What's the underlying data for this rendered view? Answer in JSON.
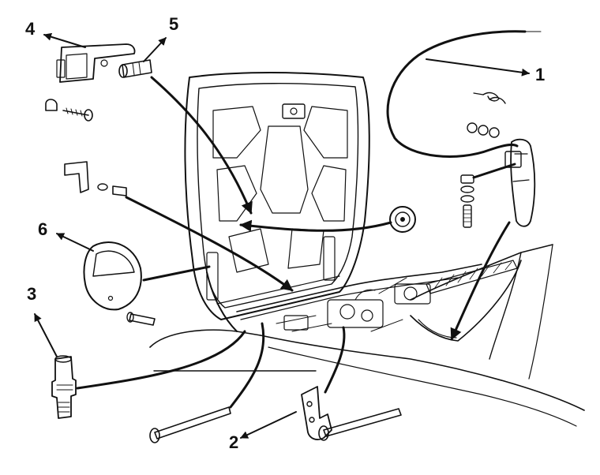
{
  "figure": {
    "callouts": [
      {
        "id": "1",
        "label": "1"
      },
      {
        "id": "2",
        "label": "2"
      },
      {
        "id": "3",
        "label": "3"
      },
      {
        "id": "4",
        "label": "4"
      },
      {
        "id": "5",
        "label": "5"
      },
      {
        "id": "6",
        "label": "6"
      }
    ]
  },
  "colors": {
    "ink": "#111111",
    "paper": "#ffffff"
  }
}
